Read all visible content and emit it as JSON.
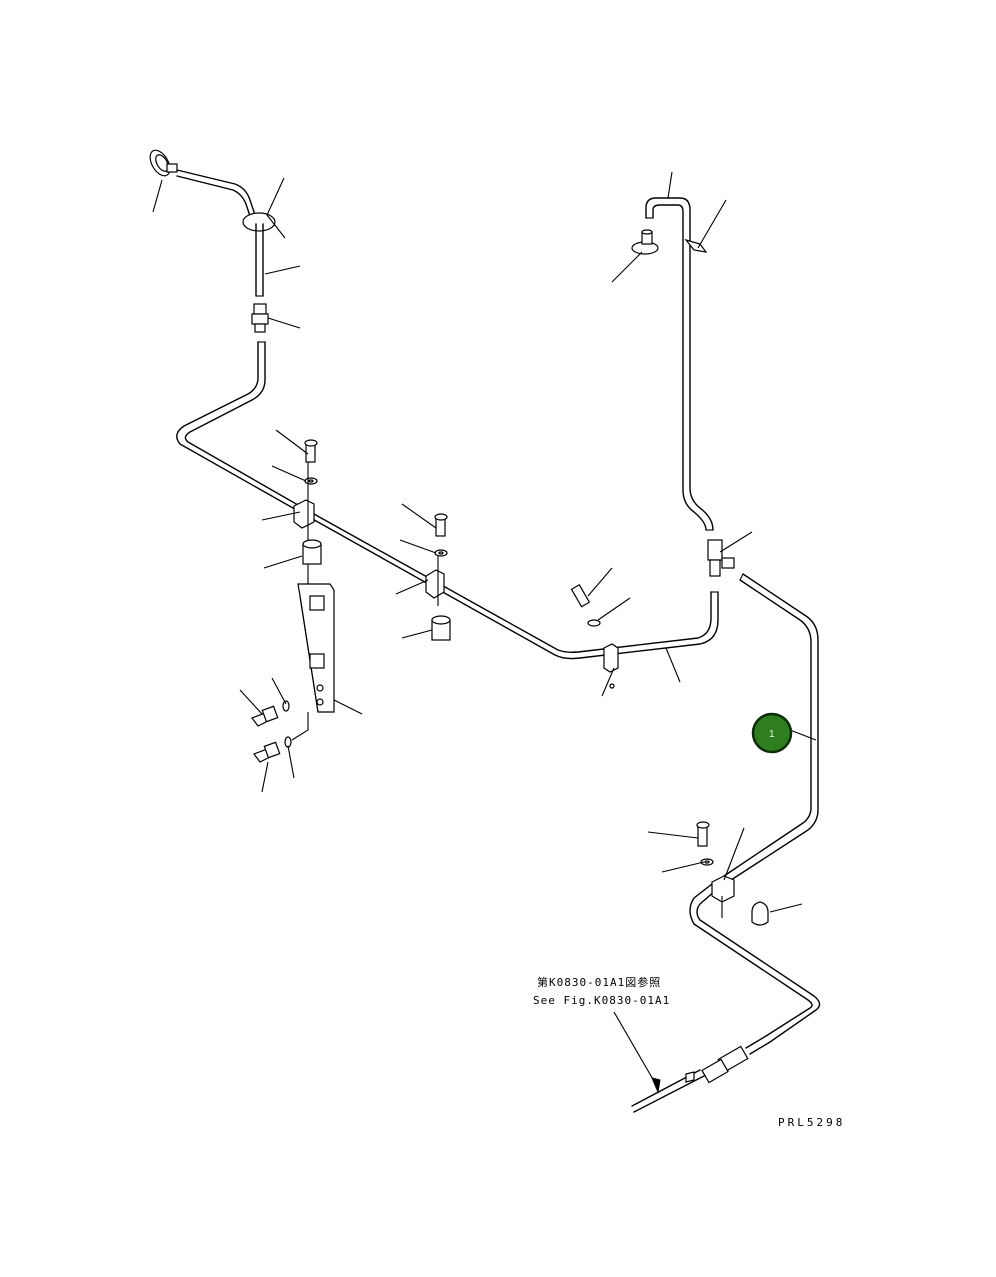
{
  "reference": {
    "line_ja": "第K0830-01A1図参照",
    "line_en": "See Fig.K0830-01A1"
  },
  "drawing_code": "PRL5298",
  "part_badges": [
    {
      "label": "1",
      "color": "#2e7d1f",
      "ring": "#0d2e08"
    }
  ]
}
